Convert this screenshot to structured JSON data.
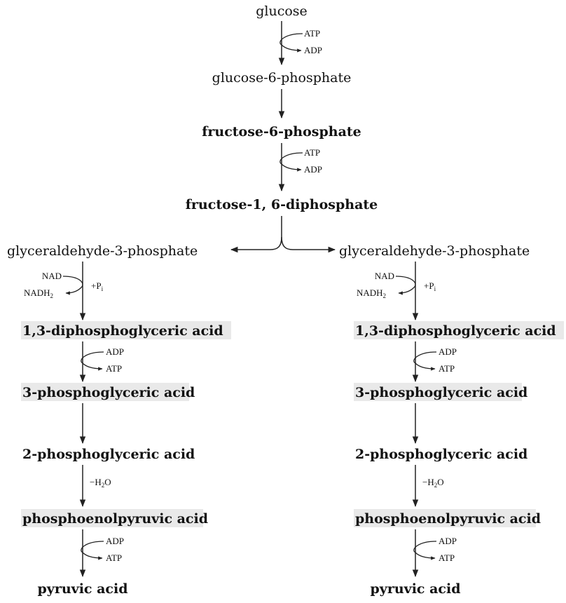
{
  "nodes": {
    "glucose": "glucose",
    "g6p": "glucose-6-phosphate",
    "f6p": "fructose-6-phosphate",
    "f16bp": "fructose-1, 6-diphosphate",
    "left": {
      "g3p": "glyceraldehyde-3-phosphate",
      "bpg13": "1,3-diphosphoglyceric acid",
      "pg3": "3-phosphoglyceric acid",
      "pg2": "2-phosphoglyceric acid",
      "pep": "phosphoenolpyruvic acid",
      "pyruvate": "pyruvic acid"
    },
    "right": {
      "g3p": "glyceraldehyde-3-phosphate",
      "bpg13": "1,3-diphosphoglyceric acid",
      "pg3": "3-phosphoglyceric acid",
      "pg2": "2-phosphoglyceric acid",
      "pep": "phosphoenolpyruvic acid",
      "pyruvate": "pyruvic acid"
    }
  },
  "cofactors": {
    "step1": {
      "in": "ATP",
      "out": "ADP"
    },
    "step3": {
      "in": "ATP",
      "out": "ADP"
    },
    "left": {
      "g3p_in": "NAD",
      "g3p_out": "NADH",
      "g3p_out_sub": "2",
      "g3p_pi": "+P",
      "g3p_pi_sub": "i",
      "bpg_in": "ADP",
      "bpg_out": "ATP",
      "dehydration": "−H",
      "dehydration_sub": "2",
      "dehydration_tail": "O",
      "pep_in": "ADP",
      "pep_out": "ATP"
    },
    "right": {
      "g3p_in": "NAD",
      "g3p_out": "NADH",
      "g3p_out_sub": "2",
      "g3p_pi": "+P",
      "g3p_pi_sub": "i",
      "bpg_in": "ADP",
      "bpg_out": "ATP",
      "dehydration": "−H",
      "dehydration_sub": "2",
      "dehydration_tail": "O",
      "pep_in": "ADP",
      "pep_out": "ATP"
    }
  }
}
